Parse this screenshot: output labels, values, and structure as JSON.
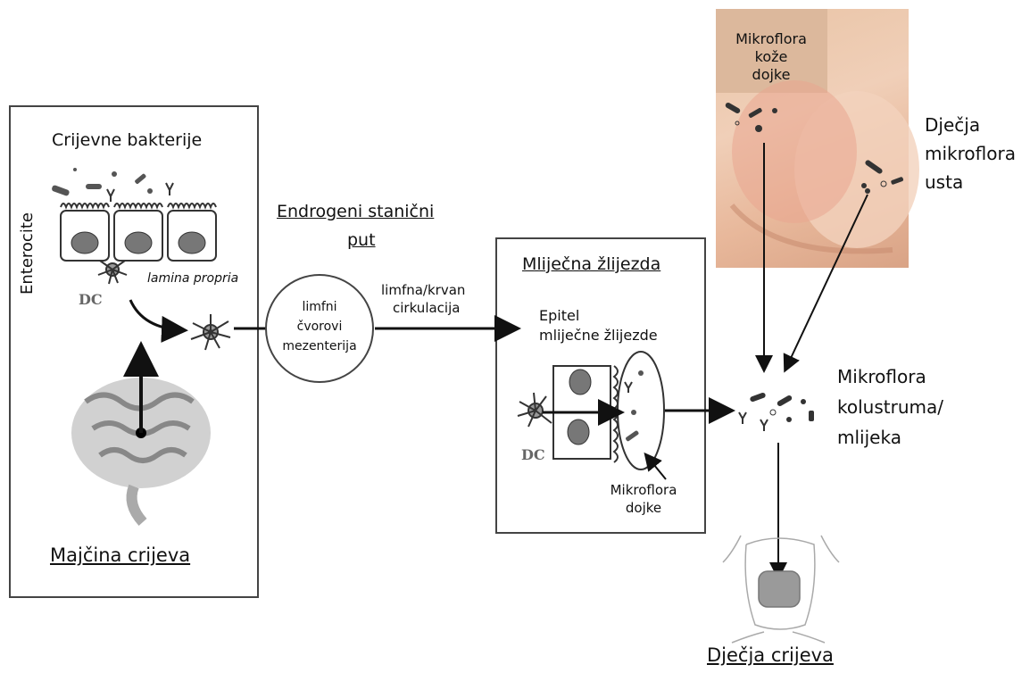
{
  "maternal_gut": {
    "title": "Crijevne bakterije",
    "enterocytes": "Enterocite",
    "dc": "DC",
    "lamina_propria": "lamina propria",
    "caption": "Majčina crijeva"
  },
  "pathway": {
    "title_line1": "Endrogeni stanični",
    "title_line2": "put",
    "lymph_line1": "limfni",
    "lymph_line2": "čvorovi",
    "lymph_line3": "mezenterija",
    "circulation_line1": "limfna/krvan",
    "circulation_line2": "cirkulacija"
  },
  "mammary": {
    "title": "Mliječna žlijezda",
    "epithelium_line1": "Epitel",
    "epithelium_line2": "mliječne žlijezde",
    "dc": "DC",
    "microflora_line1": "Mikroflora",
    "microflora_line2": "dojke"
  },
  "breast_skin": {
    "line1": "Mikroflora",
    "line2": "kože",
    "line3": "dojke"
  },
  "infant_mouth": {
    "line1": "Dječja",
    "line2": "mikroflora",
    "line3": "usta"
  },
  "colostrum": {
    "line1": "Mikroflora",
    "line2": "kolustruma/",
    "line3": "mlijeka"
  },
  "infant_gut": {
    "caption": "Dječja crijeva"
  }
}
